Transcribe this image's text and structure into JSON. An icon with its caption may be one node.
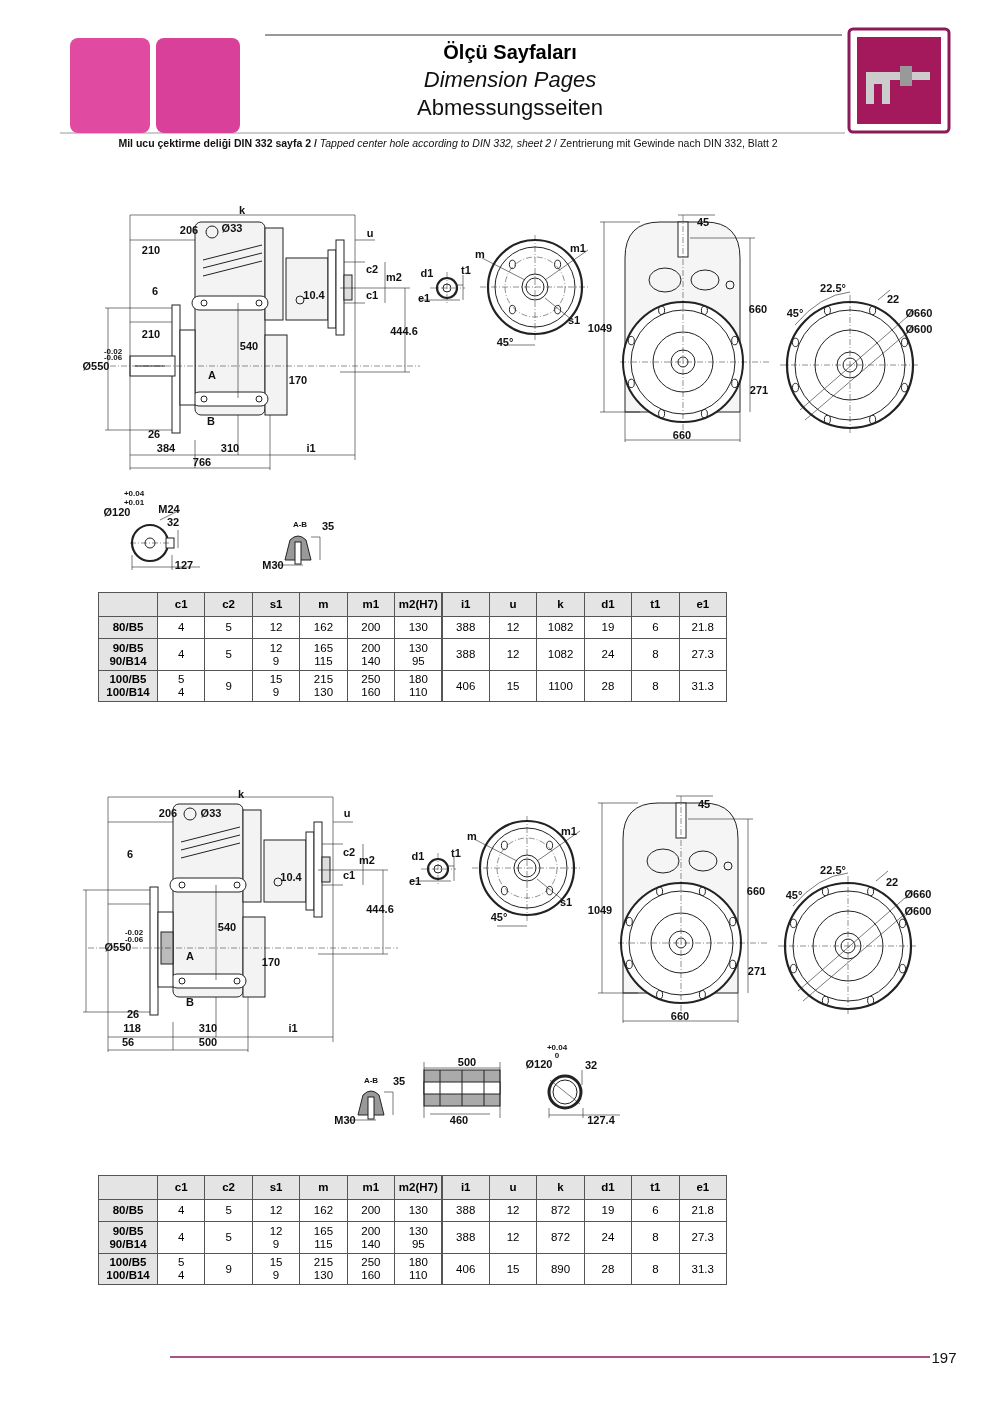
{
  "diagram": {
    "title": "Ölçü Sayfaları",
    "labels": [
      "Dimension Pages",
      "Abmessungsseiten",
      "**Mil ucu çektirme deliği DIN 332 sayfa 2 /** *Tapped center hole according to DIN 332, sheet 2* / Zentrierung mit Gewinde nach DIN 332, Blatt 2",
      "k",
      "206",
      "Ø33",
      "u",
      "45",
      "210",
      "m",
      "m1",
      "c2",
      "d1",
      "t1",
      "m2",
      "6",
      "10.4",
      "c1",
      "e1",
      "22.5°",
      "22",
      "660",
      "45°",
      "Ø660",
      "210",
      "444.6",
      "s1",
      "1049",
      "Ø600",
      "540",
      "45°",
      "-0.02",
      "-0.06",
      "Ø550",
      "A",
      "170",
      "271",
      "B",
      "26",
      "660",
      "384",
      "310",
      "i1",
      "766",
      "+0.04",
      "+0.01",
      "Ø120",
      "M24",
      "32",
      "A-B",
      "35",
      "127",
      "M30",
      "c1",
      "c2",
      "s1",
      "m",
      "m1",
      "m2(H7)",
      "i1",
      "u",
      "k",
      "d1",
      "t1",
      "e1",
      "80/B5",
      "4",
      "5",
      "12",
      "162",
      "200",
      "130",
      "388",
      "12",
      "1082",
      "19",
      "6",
      "21.8",
      "90/B5 90/B14",
      "4",
      "5",
      "12 9",
      "165 115",
      "200 140",
      "130 95",
      "388",
      "12",
      "1082",
      "24",
      "8",
      "27.3",
      "100/B5 100/B14",
      "5 4",
      "9",
      "15 9",
      "215 130",
      "250 160",
      "180 110",
      "406",
      "15",
      "1100",
      "28",
      "8",
      "31.3",
      "k",
      "45",
      "206",
      "Ø33",
      "u",
      "m",
      "m1",
      "6",
      "c2",
      "m2",
      "d1",
      "t1",
      "10.4",
      "c1",
      "e1",
      "22.5°",
      "22",
      "660",
      "45°",
      "Ø660",
      "444.6",
      "s1",
      "1049",
      "Ø600",
      "540",
      "45°",
      "-0.02",
      "-0.06",
      "Ø550",
      "A",
      "170",
      "271",
      "B",
      "26",
      "660",
      "118",
      "310",
      "i1",
      "56",
      "500",
      "+0.04",
      "0",
      "500",
      "Ø120",
      "32",
      "A-B",
      "35",
      "M30",
      "460",
      "127.4",
      "c1",
      "c2",
      "s1",
      "m",
      "m1",
      "m2(H7)",
      "i1",
      "u",
      "k",
      "d1",
      "t1",
      "e1",
      "80/B5",
      "4",
      "5",
      "12",
      "162",
      "200",
      "130",
      "388",
      "12",
      "872",
      "19",
      "6",
      "21.8",
      "90/B5 90/B14",
      "4",
      "5",
      "12 9",
      "165 115",
      "200 140",
      "130 95",
      "388",
      "12",
      "872",
      "24",
      "8",
      "27.3",
      "100/B5 100/B14",
      "5 4",
      "9",
      "15 9",
      "215 130",
      "250 160",
      "180 110",
      "406",
      "15",
      "890",
      "28",
      "8",
      "31.3",
      "197"
    ]
  }
}
